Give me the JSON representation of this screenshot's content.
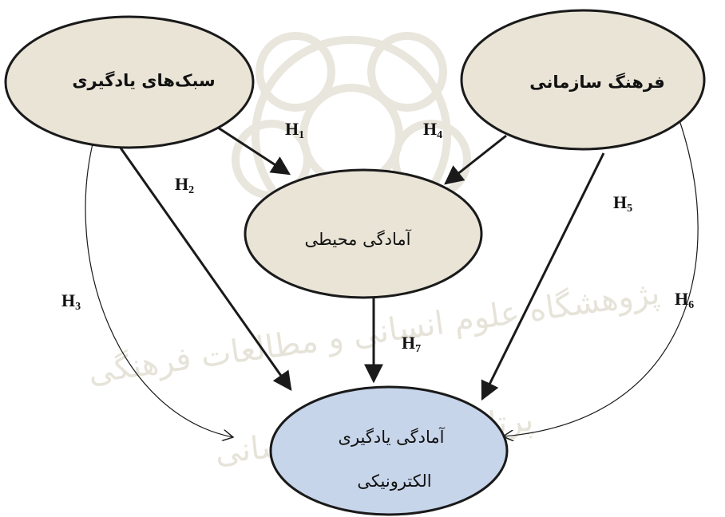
{
  "colors": {
    "ellipse_fill": "#e9e4d6",
    "outcome_fill": "#c7d5ea",
    "stroke": "#1a1a1a",
    "watermark": "#c9c2ad"
  },
  "nodes": {
    "learning_styles": "سبک‌های یادگیری",
    "org_culture": "فرهنگ سازمانی",
    "env_readiness": "آمادگی محیطی",
    "elearning_line1": "آمادگی یادگیری",
    "elearning_line2": "الکترونیکی"
  },
  "hypotheses": {
    "h1": {
      "letter": "H",
      "num": "1"
    },
    "h2": {
      "letter": "H",
      "num": "2"
    },
    "h3": {
      "letter": "H",
      "num": "3"
    },
    "h4": {
      "letter": "H",
      "num": "4"
    },
    "h5": {
      "letter": "H",
      "num": "5"
    },
    "h6": {
      "letter": "H",
      "num": "6"
    },
    "h7": {
      "letter": "H",
      "num": "7"
    }
  },
  "watermark": {
    "line1": "پژوهشگاه علوم انسانی و مطالعات فرهنگی",
    "line2": "پرتال جامع علوم انسانی"
  }
}
